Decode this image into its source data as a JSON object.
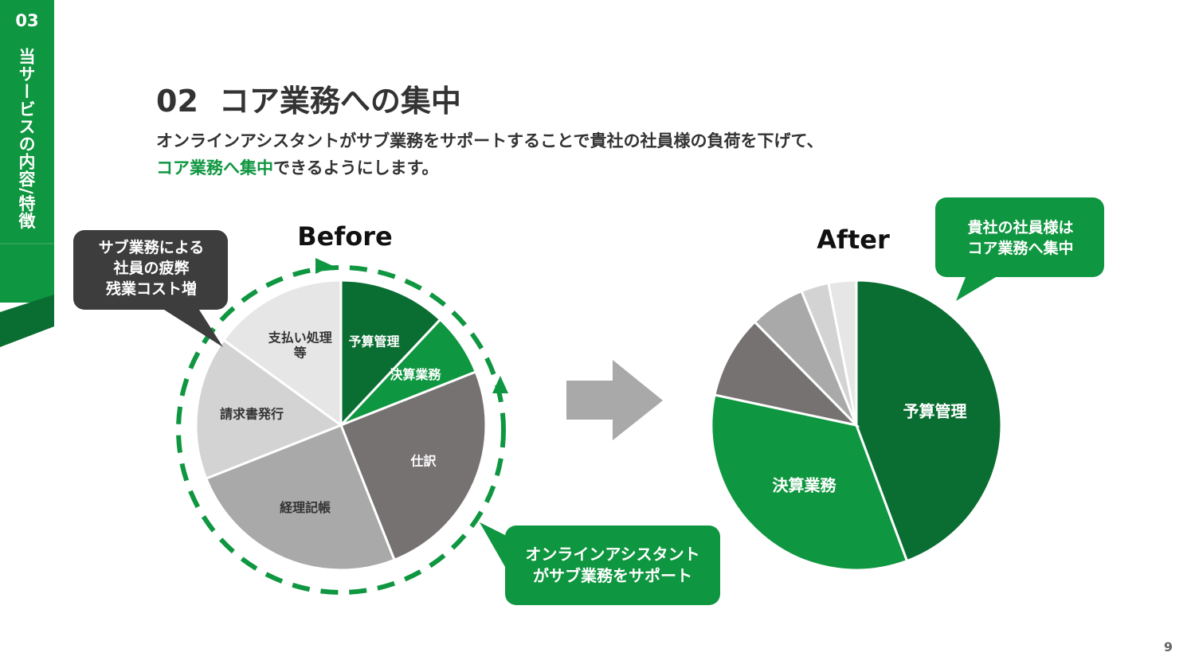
{
  "section": {
    "number": "03",
    "label": "当サービスの内容/特徴"
  },
  "slide": {
    "heading_num": "02",
    "heading_text": "コア業務への集中",
    "lead_line1": "オンラインアシスタントがサブ業務をサポートすることで貴社の社員様の負荷を下げて、",
    "lead_accent": "コア業務へ集中",
    "lead_rest": "できるようにします。",
    "page_number": "9"
  },
  "callouts": {
    "before": "サブ業務による\n社員の疲弊\n残業コスト増",
    "after": "貴社の社員様は\nコア業務へ集中",
    "assist": "オンラインアシスタント\nがサブ業務をサポート"
  },
  "colors": {
    "brand_green": "#0f9640",
    "dark_green": "#0a6e32",
    "dark_gray": "#777272",
    "mid_gray": "#a9a9a9",
    "light_gray": "#d3d3d3",
    "lighter_gray": "#e6e6e6",
    "callout_dark": "#3d3d3d"
  },
  "chart_data": [
    {
      "type": "pie",
      "title": "Before",
      "categories": [
        "予算管理",
        "決算業務",
        "仕訳",
        "経理記帳",
        "請求書発行",
        "支払い処理\n等"
      ],
      "values": [
        12,
        7,
        25,
        25,
        16,
        15
      ],
      "colors": [
        "#0a6e32",
        "#0f9640",
        "#777272",
        "#a9a9a9",
        "#d3d3d3",
        "#e6e6e6"
      ]
    },
    {
      "type": "pie",
      "title": "After",
      "categories": [
        "予算管理",
        "決算業務",
        "",
        "",
        "",
        ""
      ],
      "values": [
        43,
        33,
        9,
        6,
        3,
        3
      ],
      "colors": [
        "#0a6e32",
        "#0f9640",
        "#777272",
        "#a9a9a9",
        "#d3d3d3",
        "#e6e6e6"
      ]
    }
  ]
}
